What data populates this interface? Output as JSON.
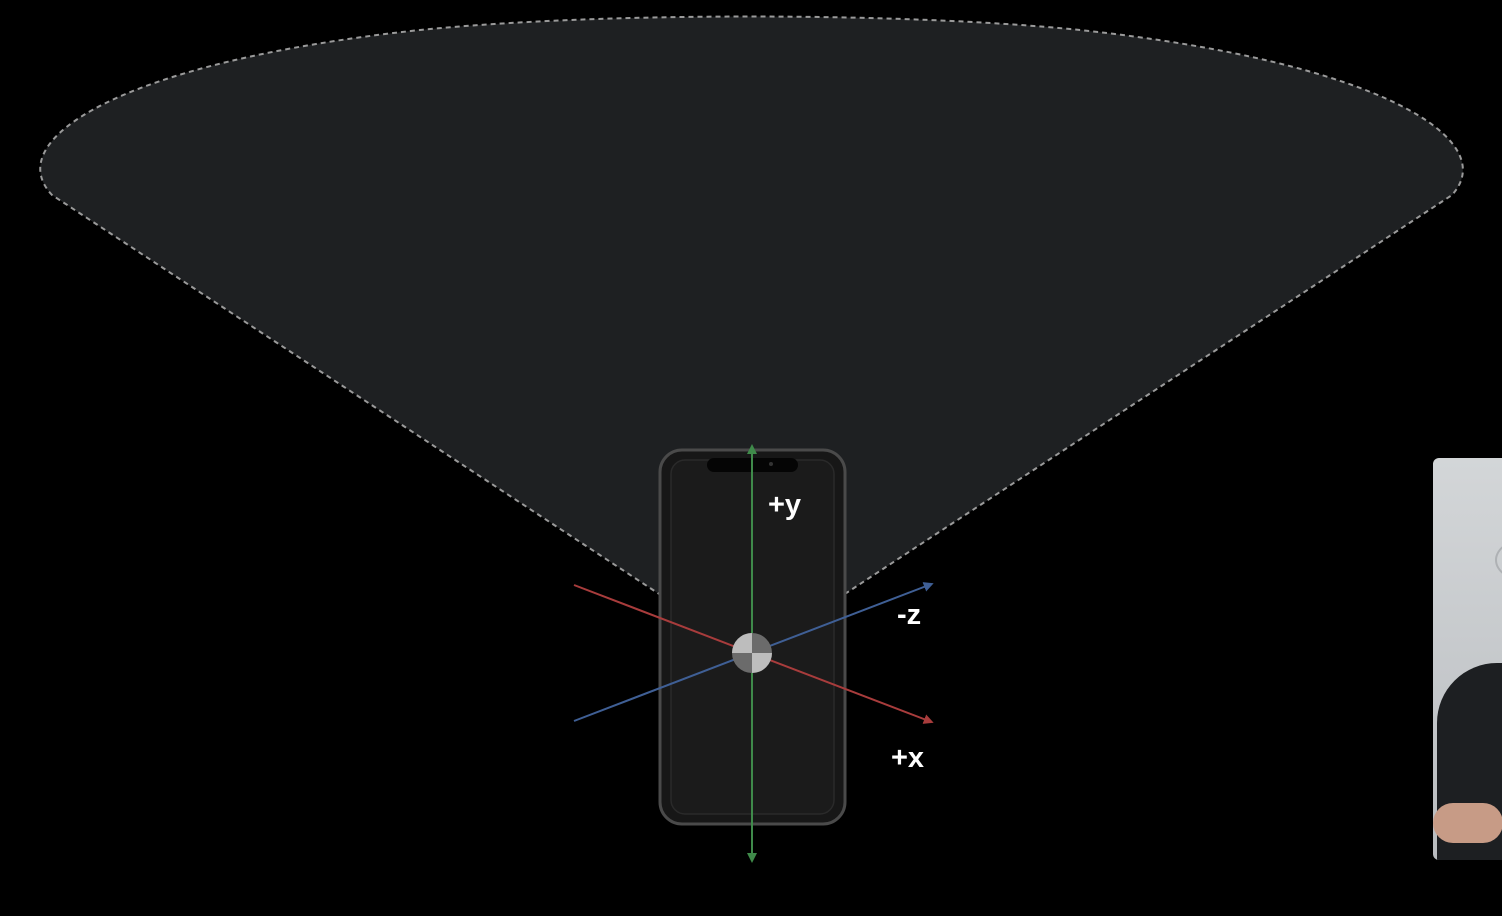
{
  "diagram": {
    "axes": {
      "y_label": "+y",
      "z_label": "-z",
      "x_label": "+x"
    },
    "colors": {
      "background": "#000000",
      "field_of_view_fill": "#1e2022",
      "field_of_view_outline": "#9a9a9a",
      "phone_body": "#171717",
      "phone_bezel": "#4a4a4a",
      "y_axis": "#3f8a4a",
      "x_axis": "#a83c3c",
      "z_axis": "#3f5f95",
      "origin_light": "#bdbdbd",
      "origin_dark": "#6b6b6b"
    },
    "icons": {
      "device": "smartphone-icon",
      "origin": "origin-marker-icon"
    }
  },
  "presenter_video": {
    "kind": "picture-in-picture webcam"
  }
}
